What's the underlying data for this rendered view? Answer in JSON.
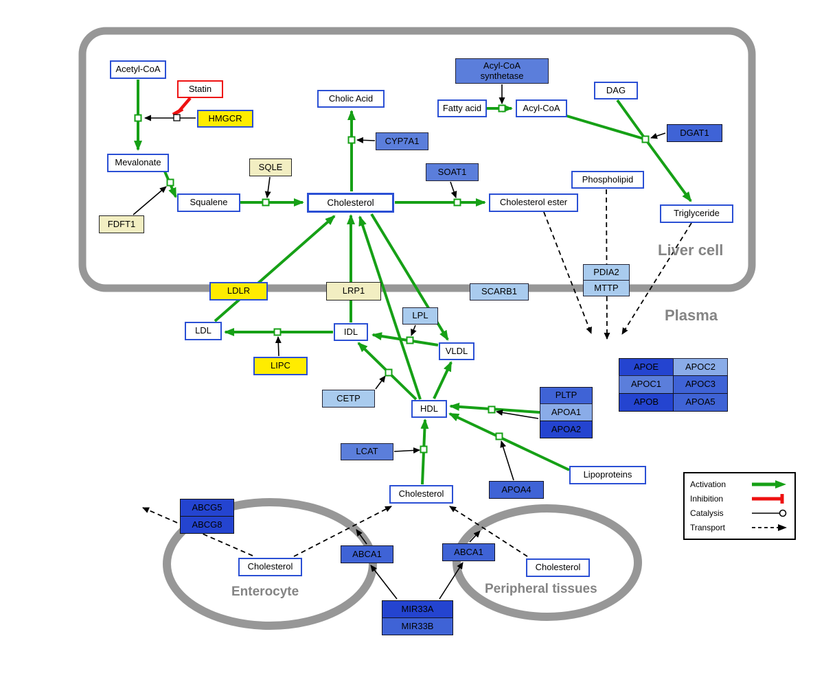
{
  "regions": {
    "liver_cell": {
      "label": "Liver cell"
    },
    "plasma": {
      "label": "Plasma"
    },
    "enterocyte": {
      "label": "Enterocyte"
    },
    "peripheral_tissues": {
      "label": "Peripheral tissues"
    }
  },
  "nodes": {
    "acetyl_coa": {
      "label": "Acetyl-CoA"
    },
    "statin": {
      "label": "Statin"
    },
    "hmgcr": {
      "label": "HMGCR"
    },
    "mevalonate": {
      "label": "Mevalonate"
    },
    "sqle": {
      "label": "SQLE"
    },
    "fdft1": {
      "label": "FDFT1"
    },
    "squalene": {
      "label": "Squalene"
    },
    "cholesterol_liver": {
      "label": "Cholesterol"
    },
    "cholic_acid": {
      "label": "Cholic Acid"
    },
    "cyp7a1": {
      "label": "CYP7A1"
    },
    "soat1": {
      "label": "SOAT1"
    },
    "cholesterol_ester": {
      "label": "Cholesterol ester"
    },
    "acyl_coa_synthetase": {
      "label": "Acyl-CoA synthetase"
    },
    "fatty_acid": {
      "label": "Fatty acid"
    },
    "acyl_coa": {
      "label": "Acyl-CoA"
    },
    "dag": {
      "label": "DAG"
    },
    "dgat1": {
      "label": "DGAT1"
    },
    "phospholipid": {
      "label": "Phospholipid"
    },
    "triglyceride": {
      "label": "Triglyceride"
    },
    "pdia2": {
      "label": "PDIA2"
    },
    "mttp": {
      "label": "MTTP"
    },
    "ldlr": {
      "label": "LDLR"
    },
    "lrp1": {
      "label": "LRP1"
    },
    "scarb1": {
      "label": "SCARB1"
    },
    "ldl": {
      "label": "LDL"
    },
    "idl": {
      "label": "IDL"
    },
    "lpl": {
      "label": "LPL"
    },
    "vldl": {
      "label": "VLDL"
    },
    "lipc": {
      "label": "LIPC"
    },
    "cetp": {
      "label": "CETP"
    },
    "hdl": {
      "label": "HDL"
    },
    "pltp": {
      "label": "PLTP"
    },
    "apoa1": {
      "label": "APOA1"
    },
    "apoa2": {
      "label": "APOA2"
    },
    "lcat": {
      "label": "LCAT"
    },
    "apoa4": {
      "label": "APOA4"
    },
    "lipoproteins": {
      "label": "Lipoproteins"
    },
    "apoe": {
      "label": "APOE"
    },
    "apoc2": {
      "label": "APOC2"
    },
    "apoc1": {
      "label": "APOC1"
    },
    "apoc3": {
      "label": "APOC3"
    },
    "apob": {
      "label": "APOB"
    },
    "apoa5": {
      "label": "APOA5"
    },
    "cholesterol_plasma": {
      "label": "Cholesterol"
    },
    "abcg5": {
      "label": "ABCG5"
    },
    "abcg8": {
      "label": "ABCG8"
    },
    "cholesterol_enterocyte": {
      "label": "Cholesterol"
    },
    "abca1_left": {
      "label": "ABCA1"
    },
    "abca1_right": {
      "label": "ABCA1"
    },
    "cholesterol_peripheral": {
      "label": "Cholesterol"
    },
    "mir33a": {
      "label": "MIR33A"
    },
    "mir33b": {
      "label": "MIR33B"
    }
  },
  "edges": [
    {
      "from": "Acetyl-CoA",
      "to": "Mevalonate",
      "type": "conversion",
      "catalyst": "HMGCR",
      "inhibitor": "Statin"
    },
    {
      "from": "Mevalonate",
      "to": "Squalene",
      "type": "conversion",
      "catalyst": "FDFT1"
    },
    {
      "from": "Squalene",
      "to": "Cholesterol",
      "type": "conversion",
      "catalyst": "SQLE"
    },
    {
      "from": "Cholesterol",
      "to": "Cholic Acid",
      "type": "conversion",
      "catalyst": "CYP7A1"
    },
    {
      "from": "Cholesterol",
      "to": "Cholesterol ester",
      "type": "conversion",
      "catalyst": "SOAT1"
    },
    {
      "from": "Fatty acid",
      "to": "Acyl-CoA",
      "type": "conversion",
      "catalyst": "Acyl-CoA synthetase"
    },
    {
      "from": "Acyl-CoA",
      "to": "Triglyceride",
      "type": "conversion",
      "catalyst": "DGAT1"
    },
    {
      "from": "DAG",
      "to": "Triglyceride",
      "type": "conversion",
      "catalyst": "DGAT1"
    },
    {
      "from": "Cholesterol ester",
      "to": "plasma",
      "type": "transport"
    },
    {
      "from": "Phospholipid",
      "to": "plasma",
      "type": "transport"
    },
    {
      "from": "Triglyceride",
      "to": "plasma",
      "type": "transport"
    },
    {
      "from": "LDL",
      "to": "Cholesterol (liver)",
      "type": "activation",
      "via": "LDLR"
    },
    {
      "from": "IDL",
      "to": "Cholesterol (liver)",
      "type": "activation",
      "via": "LRP1"
    },
    {
      "from": "HDL",
      "to": "Cholesterol (liver)",
      "type": "activation",
      "via": "SCARB1"
    },
    {
      "from": "Cholesterol (liver)",
      "to": "VLDL",
      "type": "activation"
    },
    {
      "from": "VLDL",
      "to": "IDL",
      "type": "conversion",
      "catalyst": "LPL"
    },
    {
      "from": "IDL",
      "to": "LDL",
      "type": "conversion",
      "catalyst": "LIPC"
    },
    {
      "from": "HDL",
      "to": "IDL",
      "type": "conversion",
      "catalyst": "CETP"
    },
    {
      "from": "HDL",
      "to": "VLDL",
      "type": "activation"
    },
    {
      "from": "APOA1/APOA2",
      "to": "HDL",
      "type": "activation"
    },
    {
      "from": "Lipoproteins",
      "to": "HDL",
      "type": "activation",
      "catalyst": "APOA4"
    },
    {
      "from": "Cholesterol (plasma)",
      "to": "HDL",
      "type": "conversion",
      "catalyst": "LCAT"
    },
    {
      "from": "Cholesterol (enterocyte)",
      "to": "Cholesterol (plasma)",
      "type": "transport",
      "catalyst": "ABCA1"
    },
    {
      "from": "Cholesterol (peripheral)",
      "to": "Cholesterol (plasma)",
      "type": "transport",
      "catalyst": "ABCA1"
    },
    {
      "from": "Cholesterol (enterocyte)",
      "to": "exterior",
      "type": "transport",
      "via": "ABCG5/ABCG8"
    },
    {
      "from": "MIR33A/MIR33B",
      "to": "ABCA1",
      "type": "regulation"
    }
  ],
  "legend": {
    "items": [
      {
        "label": "Activation"
      },
      {
        "label": "Inhibition"
      },
      {
        "label": "Catalysis"
      },
      {
        "label": "Transport"
      }
    ]
  },
  "colors": {
    "activation_green": "#16a016",
    "inhibition_red": "#ee1111",
    "membrane_gray": "#979797",
    "node_border_blue": "#2a4fd4",
    "highlight_yellow": "#ffec00",
    "pale_yellow": "#f2eec2",
    "light_blue": "#a9cbee",
    "medium_blue": "#5b7edb",
    "dark_blue": "#2444d0"
  }
}
